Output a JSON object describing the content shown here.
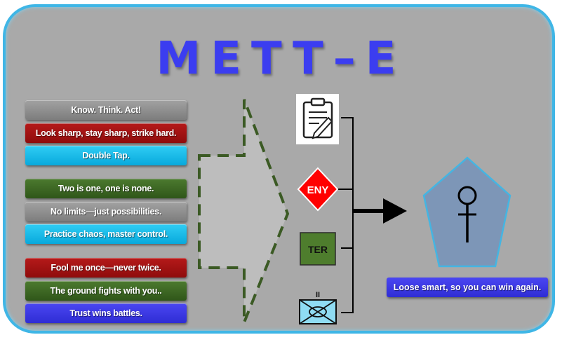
{
  "title": "METT–E",
  "mottos": [
    {
      "label": "Know. Think. Act!",
      "color": "gray"
    },
    {
      "label": "Look sharp, stay sharp, strike hard.",
      "color": "red"
    },
    {
      "label": "Double Tap.",
      "color": "cyan"
    },
    {
      "label": "Two is one, one is none.",
      "color": "green"
    },
    {
      "label": "No limits—just possibilities.",
      "color": "gray"
    },
    {
      "label": "Practice chaos, master control.",
      "color": "cyan"
    },
    {
      "label": "Fool me once—never twice.",
      "color": "red"
    },
    {
      "label": "The ground fights with you..",
      "color": "green"
    },
    {
      "label": "Trust wins battles.",
      "color": "blue"
    }
  ],
  "factors": {
    "mission_icon": "clipboard-icon",
    "enemy_label": "ENY",
    "terrain_label": "TER",
    "troops_label": "II",
    "troops_icon": "infantry-unit-symbol-icon"
  },
  "outcome": {
    "icon": "soldier-figure-icon",
    "caption": "Loose smart, so you can win again."
  },
  "colors": {
    "title": "#3b3df0",
    "border": "#3fb6e6",
    "panel": "#a9a9a9",
    "enemy": "#ff0000",
    "terrain": "#4e7d2d",
    "troops": "#8fdcf3",
    "pentagon": "#7b96b8"
  }
}
